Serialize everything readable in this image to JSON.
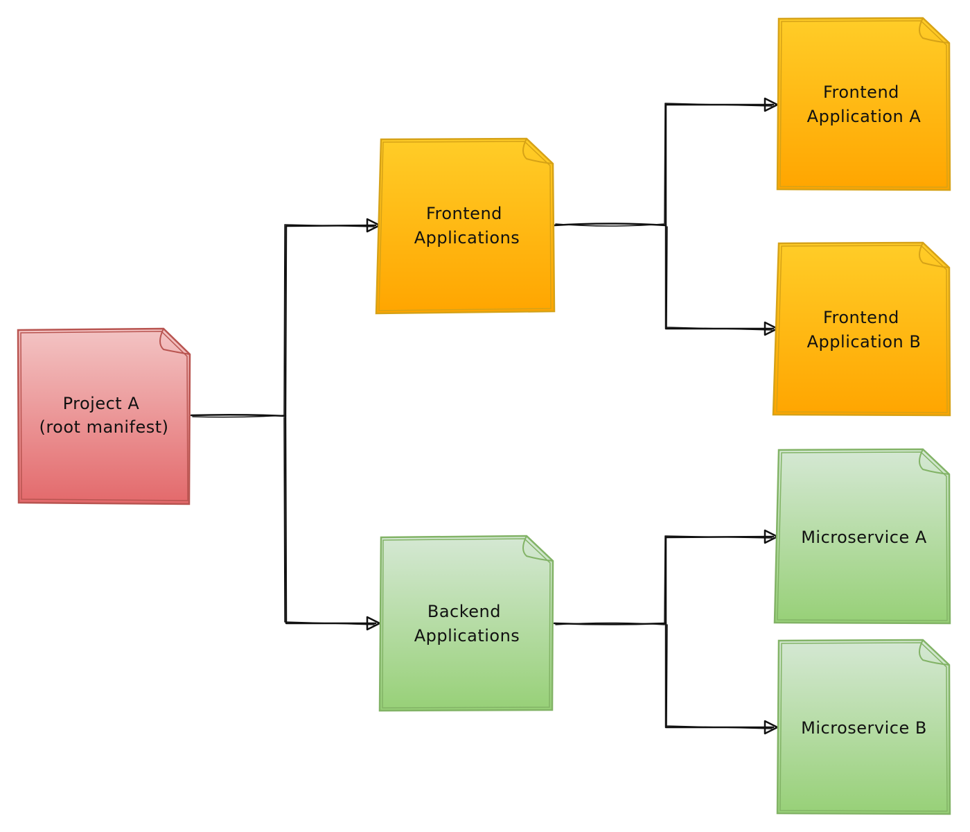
{
  "diagram": {
    "colors": {
      "red_top": "#f3c4c4",
      "red_bottom": "#e3696b",
      "red_stroke": "#b85450",
      "orange_top": "#ffcd28",
      "orange_bottom": "#ffa500",
      "orange_stroke": "#d6a217",
      "green_top": "#d5e8d4",
      "green_bottom": "#97d077",
      "green_stroke": "#82b366",
      "edge": "#111111"
    },
    "nodes": {
      "root": {
        "line1": "Project A",
        "line2": "(root manifest)"
      },
      "frontend_group": {
        "line1": "Frontend",
        "line2": "Applications"
      },
      "backend_group": {
        "line1": "Backend",
        "line2": "Applications"
      },
      "frontend_a": {
        "line1": "Frontend",
        "line2": "Application A"
      },
      "frontend_b": {
        "line1": "Frontend",
        "line2": "Application B"
      },
      "microservice_a": {
        "line1": "Microservice A"
      },
      "microservice_b": {
        "line1": "Microservice B"
      }
    }
  }
}
